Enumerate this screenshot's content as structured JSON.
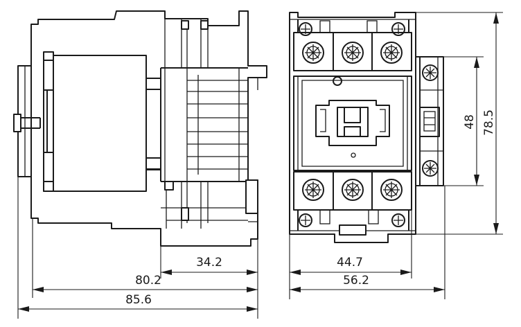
{
  "dimensions": {
    "side_depth_34_2": "34.2",
    "side_depth_80_2": "80.2",
    "side_depth_85_6": "85.6",
    "front_width_44_7": "44.7",
    "front_width_56_2": "56.2",
    "height_48": "48",
    "height_78_5": "78.5"
  },
  "colors": {
    "line": "#1a1a1a",
    "background": "#ffffff"
  }
}
